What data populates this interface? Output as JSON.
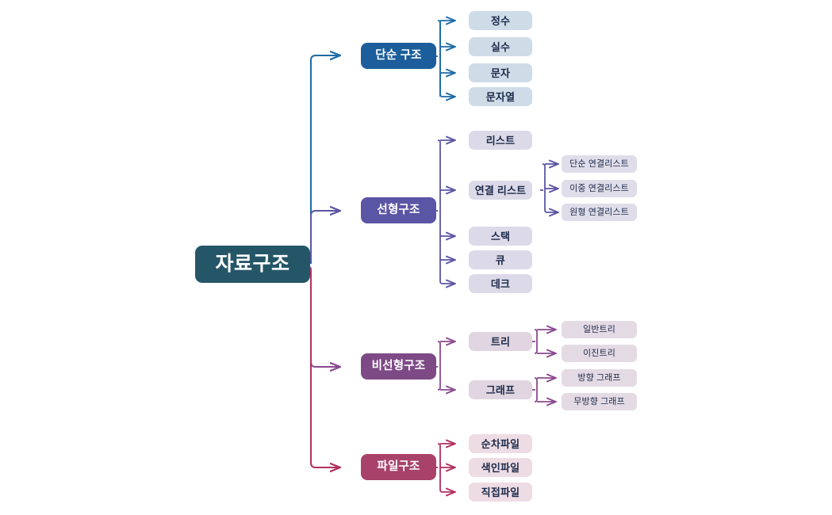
{
  "diagram": {
    "title": "자료구조",
    "type": "mind-map",
    "colors": {
      "root_fill": "#255668",
      "branch1_fill": "#1B5E9B",
      "branch2_fill": "#5B55A5",
      "branch3_fill": "#7D4A86",
      "branch4_fill": "#A9426B",
      "branch1_box": "#CEDCE8",
      "branch2_box": "#DCDAE8",
      "branch2_box_light": "#DFDDE9",
      "branch3_box": "#E0D5E0",
      "branch3_box_light": "#E4DAE4",
      "branch4_box": "#EEDCE4",
      "text_dark": "#1B2A4A",
      "line1": "#1B6BA8",
      "line2": "#5B55A5",
      "line3": "#8A4A8E",
      "line4": "#B03060"
    }
  },
  "root": {
    "label": "자료구조"
  },
  "branches": [
    {
      "label": "단순 구조",
      "children": [
        {
          "label": "정수",
          "children": []
        },
        {
          "label": "실수",
          "children": []
        },
        {
          "label": "문자",
          "children": []
        },
        {
          "label": "문자열",
          "children": []
        }
      ]
    },
    {
      "label": "선형구조",
      "children": [
        {
          "label": "리스트",
          "children": []
        },
        {
          "label": "연결 리스트",
          "children": [
            {
              "label": "단순 연결리스트"
            },
            {
              "label": "이중 연결리스트"
            },
            {
              "label": "원형 연결리스트"
            }
          ]
        },
        {
          "label": "스택",
          "children": []
        },
        {
          "label": "큐",
          "children": []
        },
        {
          "label": "데크",
          "children": []
        }
      ]
    },
    {
      "label": "비선형구조",
      "children": [
        {
          "label": "트리",
          "children": [
            {
              "label": "일반트리"
            },
            {
              "label": "이진트리"
            }
          ]
        },
        {
          "label": "그래프",
          "children": [
            {
              "label": "방향 그래프"
            },
            {
              "label": "무방향 그래프"
            }
          ]
        }
      ]
    },
    {
      "label": "파일구조",
      "children": [
        {
          "label": "순차파일",
          "children": []
        },
        {
          "label": "색인파일",
          "children": []
        },
        {
          "label": "직접파일",
          "children": []
        }
      ]
    }
  ]
}
